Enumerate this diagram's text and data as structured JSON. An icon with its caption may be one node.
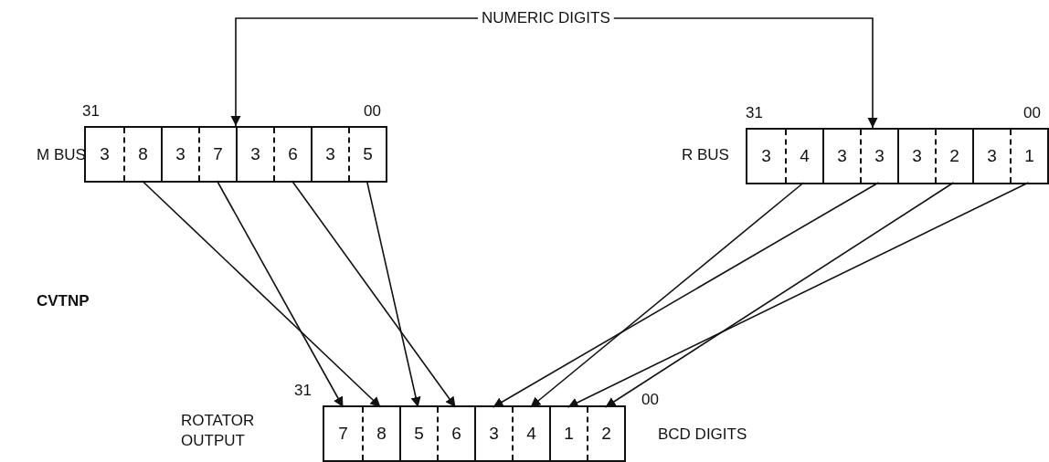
{
  "diagram": {
    "nodes": [
      {
        "text": [
          "NUMERIC DIGITS"
        ]
      },
      {
        "text": [],
        "shape": "box",
        "beside": [
          "31",
          "00",
          "M BUS"
        ]
      },
      {
        "text": [
          "3"
        ],
        "in": 1
      },
      {
        "text": [
          "8"
        ],
        "in": 1
      },
      {
        "text": [
          "3"
        ],
        "in": 1
      },
      {
        "text": [
          "7"
        ],
        "in": 1
      },
      {
        "text": [
          "3"
        ],
        "in": 1
      },
      {
        "text": [
          "6"
        ],
        "in": 1
      },
      {
        "text": [
          "3"
        ],
        "in": 1
      },
      {
        "text": [
          "5"
        ],
        "in": 1
      },
      {
        "text": [],
        "shape": "box",
        "beside": [
          "31",
          "00",
          "R BUS"
        ]
      },
      {
        "text": [
          "3"
        ],
        "in": 10
      },
      {
        "text": [
          "4"
        ],
        "in": 10
      },
      {
        "text": [
          "3"
        ],
        "in": 10
      },
      {
        "text": [
          "3"
        ],
        "in": 10
      },
      {
        "text": [
          "3"
        ],
        "in": 10
      },
      {
        "text": [
          "2"
        ],
        "in": 10
      },
      {
        "text": [
          "3"
        ],
        "in": 10
      },
      {
        "text": [
          "1"
        ],
        "in": 10
      },
      {
        "text": [],
        "shape": "box",
        "beside": [
          "31",
          "00",
          "ROTATOR OUTPUT",
          "BCD DIGITS"
        ]
      },
      {
        "text": [
          "7"
        ],
        "in": 19
      },
      {
        "text": [
          "8"
        ],
        "in": 19
      },
      {
        "text": [
          "5"
        ],
        "in": 19
      },
      {
        "text": [
          "6"
        ],
        "in": 19
      },
      {
        "text": [
          "3"
        ],
        "in": 19
      },
      {
        "text": [
          "4"
        ],
        "in": 19
      },
      {
        "text": [
          "1"
        ],
        "in": 19
      },
      {
        "text": [
          "2"
        ],
        "in": 19
      }
    ],
    "edges": [
      {
        "from": 0,
        "to": 1,
        "arrow": "to"
      },
      {
        "from": 0,
        "to": 10,
        "arrow": "to"
      },
      {
        "from": 3,
        "to": 21,
        "arrow": "to"
      },
      {
        "from": 5,
        "to": 20,
        "arrow": "to"
      },
      {
        "from": 7,
        "to": 23,
        "arrow": "to"
      },
      {
        "from": 9,
        "to": 22,
        "arrow": "to"
      },
      {
        "from": 12,
        "to": 25,
        "arrow": "to"
      },
      {
        "from": 14,
        "to": 24,
        "arrow": "to"
      },
      {
        "from": 16,
        "to": 27,
        "arrow": "to"
      },
      {
        "from": 18,
        "to": 26,
        "arrow": "to"
      }
    ],
    "labels": [
      "CVTNP"
    ]
  }
}
